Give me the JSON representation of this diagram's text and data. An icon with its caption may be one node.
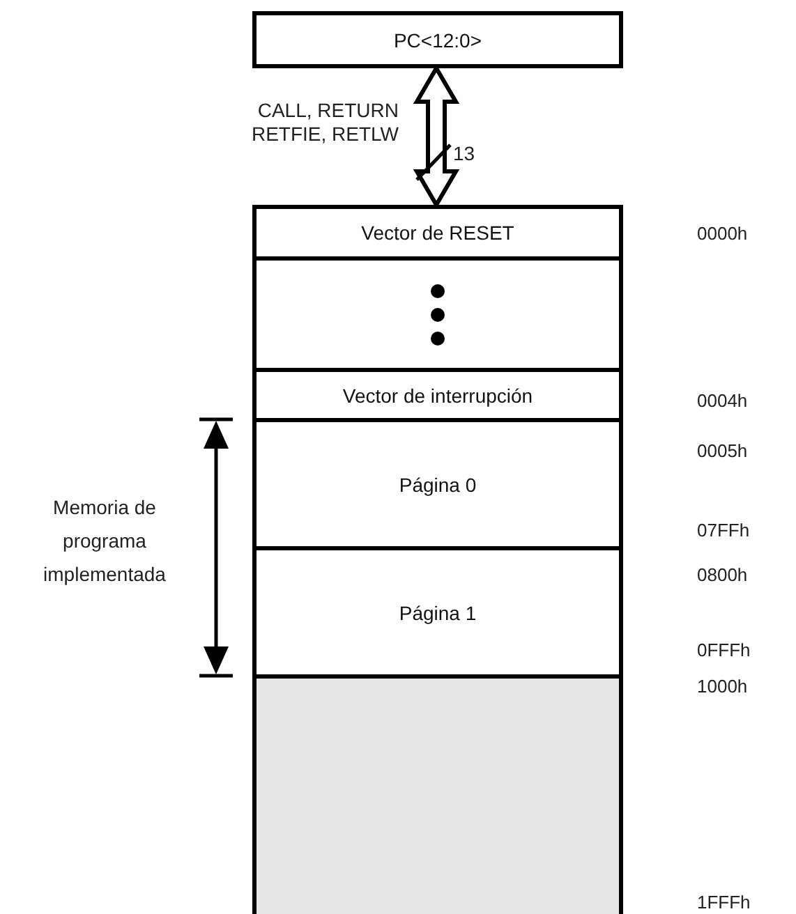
{
  "diagram": {
    "nodes": [
      {
        "text": [
          "PC<12:0>"
        ]
      },
      {
        "text": [
          "Vector de RESET"
        ]
      },
      {
        "text": [],
        "shape": "box"
      },
      {
        "text": [
          "Vector de interrupción"
        ]
      },
      {
        "text": [
          "Página 0"
        ]
      },
      {
        "text": [
          "Página 1"
        ]
      },
      {
        "text": [],
        "shape": "box"
      }
    ],
    "edges": [
      {
        "from": 0,
        "to": 1,
        "arrow": "both",
        "label": "CALL, RETURN RETFIE, RETLW"
      }
    ],
    "labels": [
      "13",
      "0000h",
      "0004h",
      "0005h",
      "Memoria de programa implementada",
      "07FFh",
      "0800h",
      "0FFFh",
      "1000h",
      "1FFFh"
    ]
  }
}
